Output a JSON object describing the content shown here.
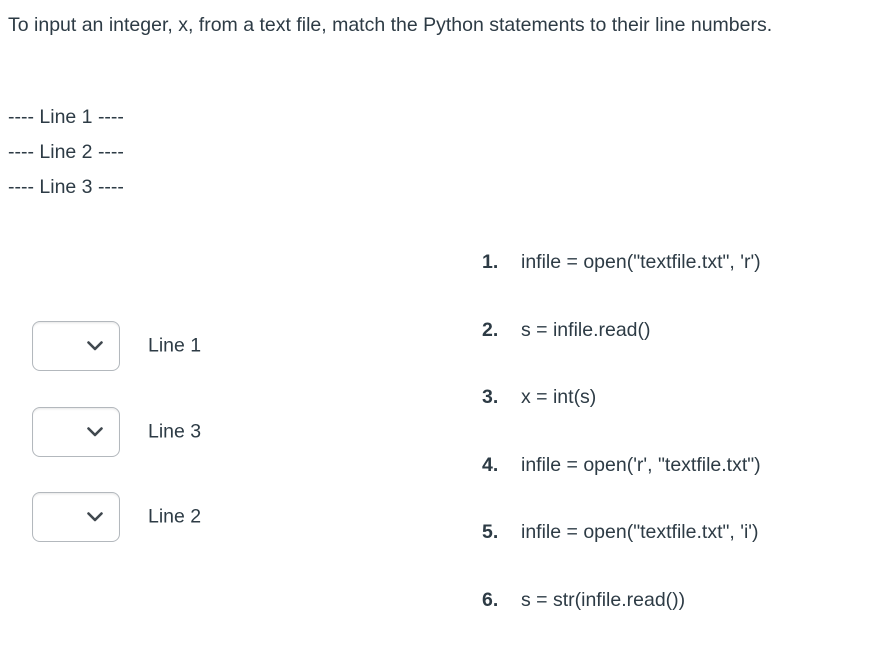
{
  "question": {
    "prompt": "To input an integer, x, from a text file, match the Python statements to their line numbers.",
    "line_markers": [
      "---- Line 1 ----",
      "---- Line 2 ----",
      "---- Line 3 ----"
    ]
  },
  "matches": [
    {
      "label": "Line 1",
      "selected_value": ""
    },
    {
      "label": "Line 3",
      "selected_value": ""
    },
    {
      "label": "Line 2",
      "selected_value": ""
    }
  ],
  "statements": [
    {
      "number": "1.",
      "code": "infile = open(\"textfile.txt\", 'r')"
    },
    {
      "number": "2.",
      "code": "s = infile.read()"
    },
    {
      "number": "3.",
      "code": "x = int(s)"
    },
    {
      "number": "4.",
      "code": "infile = open('r', \"textfile.txt\")"
    },
    {
      "number": "5.",
      "code": "infile = open(\"textfile.txt\", 'i')"
    },
    {
      "number": "6.",
      "code": "s = str(infile.read())"
    }
  ],
  "icons": {
    "dropdown": "chevron-down-icon"
  },
  "colors": {
    "background": "#ffffff",
    "text": "#2d3b45",
    "select_border": "#b3b8bd",
    "chevron": "#40484f"
  }
}
